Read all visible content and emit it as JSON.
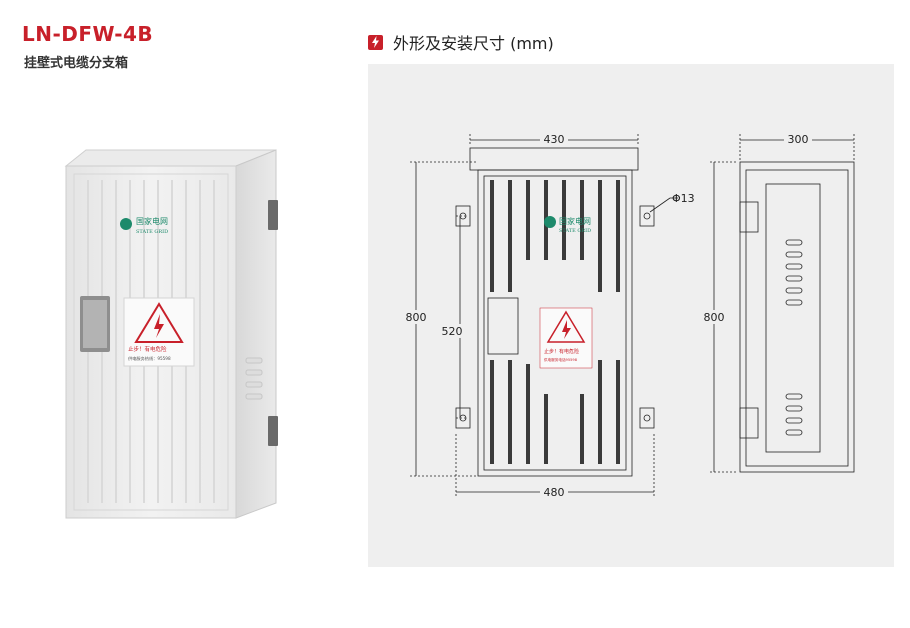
{
  "header": {
    "model": "LN-DFW-4B",
    "subtitle": "挂壁式电缆分支箱"
  },
  "dimensions": {
    "heading": "外形及安装尺寸 (mm)",
    "icon": "lightning-bolt-icon",
    "front": {
      "width_top": "430",
      "width_bottom": "480",
      "height_total": "800",
      "height_mount": "520",
      "hole": "Φ13"
    },
    "side": {
      "depth": "300",
      "height": "800"
    }
  },
  "product_labels": {
    "brand_cn": "国家电网",
    "brand_en": "STATE GRID",
    "warning_line1": "止步！有电危险",
    "warning_line2": "供电服务热线：95598",
    "warning_line2_short": "供电服务电话95598"
  },
  "colors": {
    "accent": "#c8202a",
    "panel_bg": "#efefef",
    "brand_green": "#1d8a6b"
  }
}
